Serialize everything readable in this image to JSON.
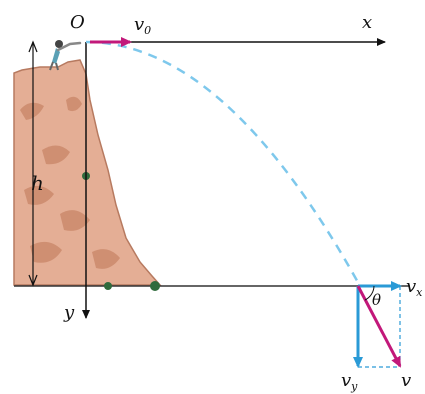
{
  "labels": {
    "origin": "O",
    "x_axis": "x",
    "y_axis": "y",
    "height": "h",
    "theta": "θ",
    "v0_base": "v",
    "v0_sub": "0",
    "vx_base": "v",
    "vx_sub": "x",
    "vy_base": "v",
    "vy_sub": "y",
    "v_result": "v"
  },
  "colors": {
    "axis": "#111111",
    "trajectory": "#7ec8ec",
    "initial_velocity": "#c2187a",
    "resultant_velocity": "#c2187a",
    "component_vectors": "#2a9ad6",
    "cliff_fill": "#e4ae95",
    "cliff_shadow": "#cf8f72",
    "cliff_edge": "#b77a60",
    "ground_marker": "#2f6b3c",
    "ground": "#333333"
  },
  "icons": {
    "thrower": "person-icon"
  }
}
